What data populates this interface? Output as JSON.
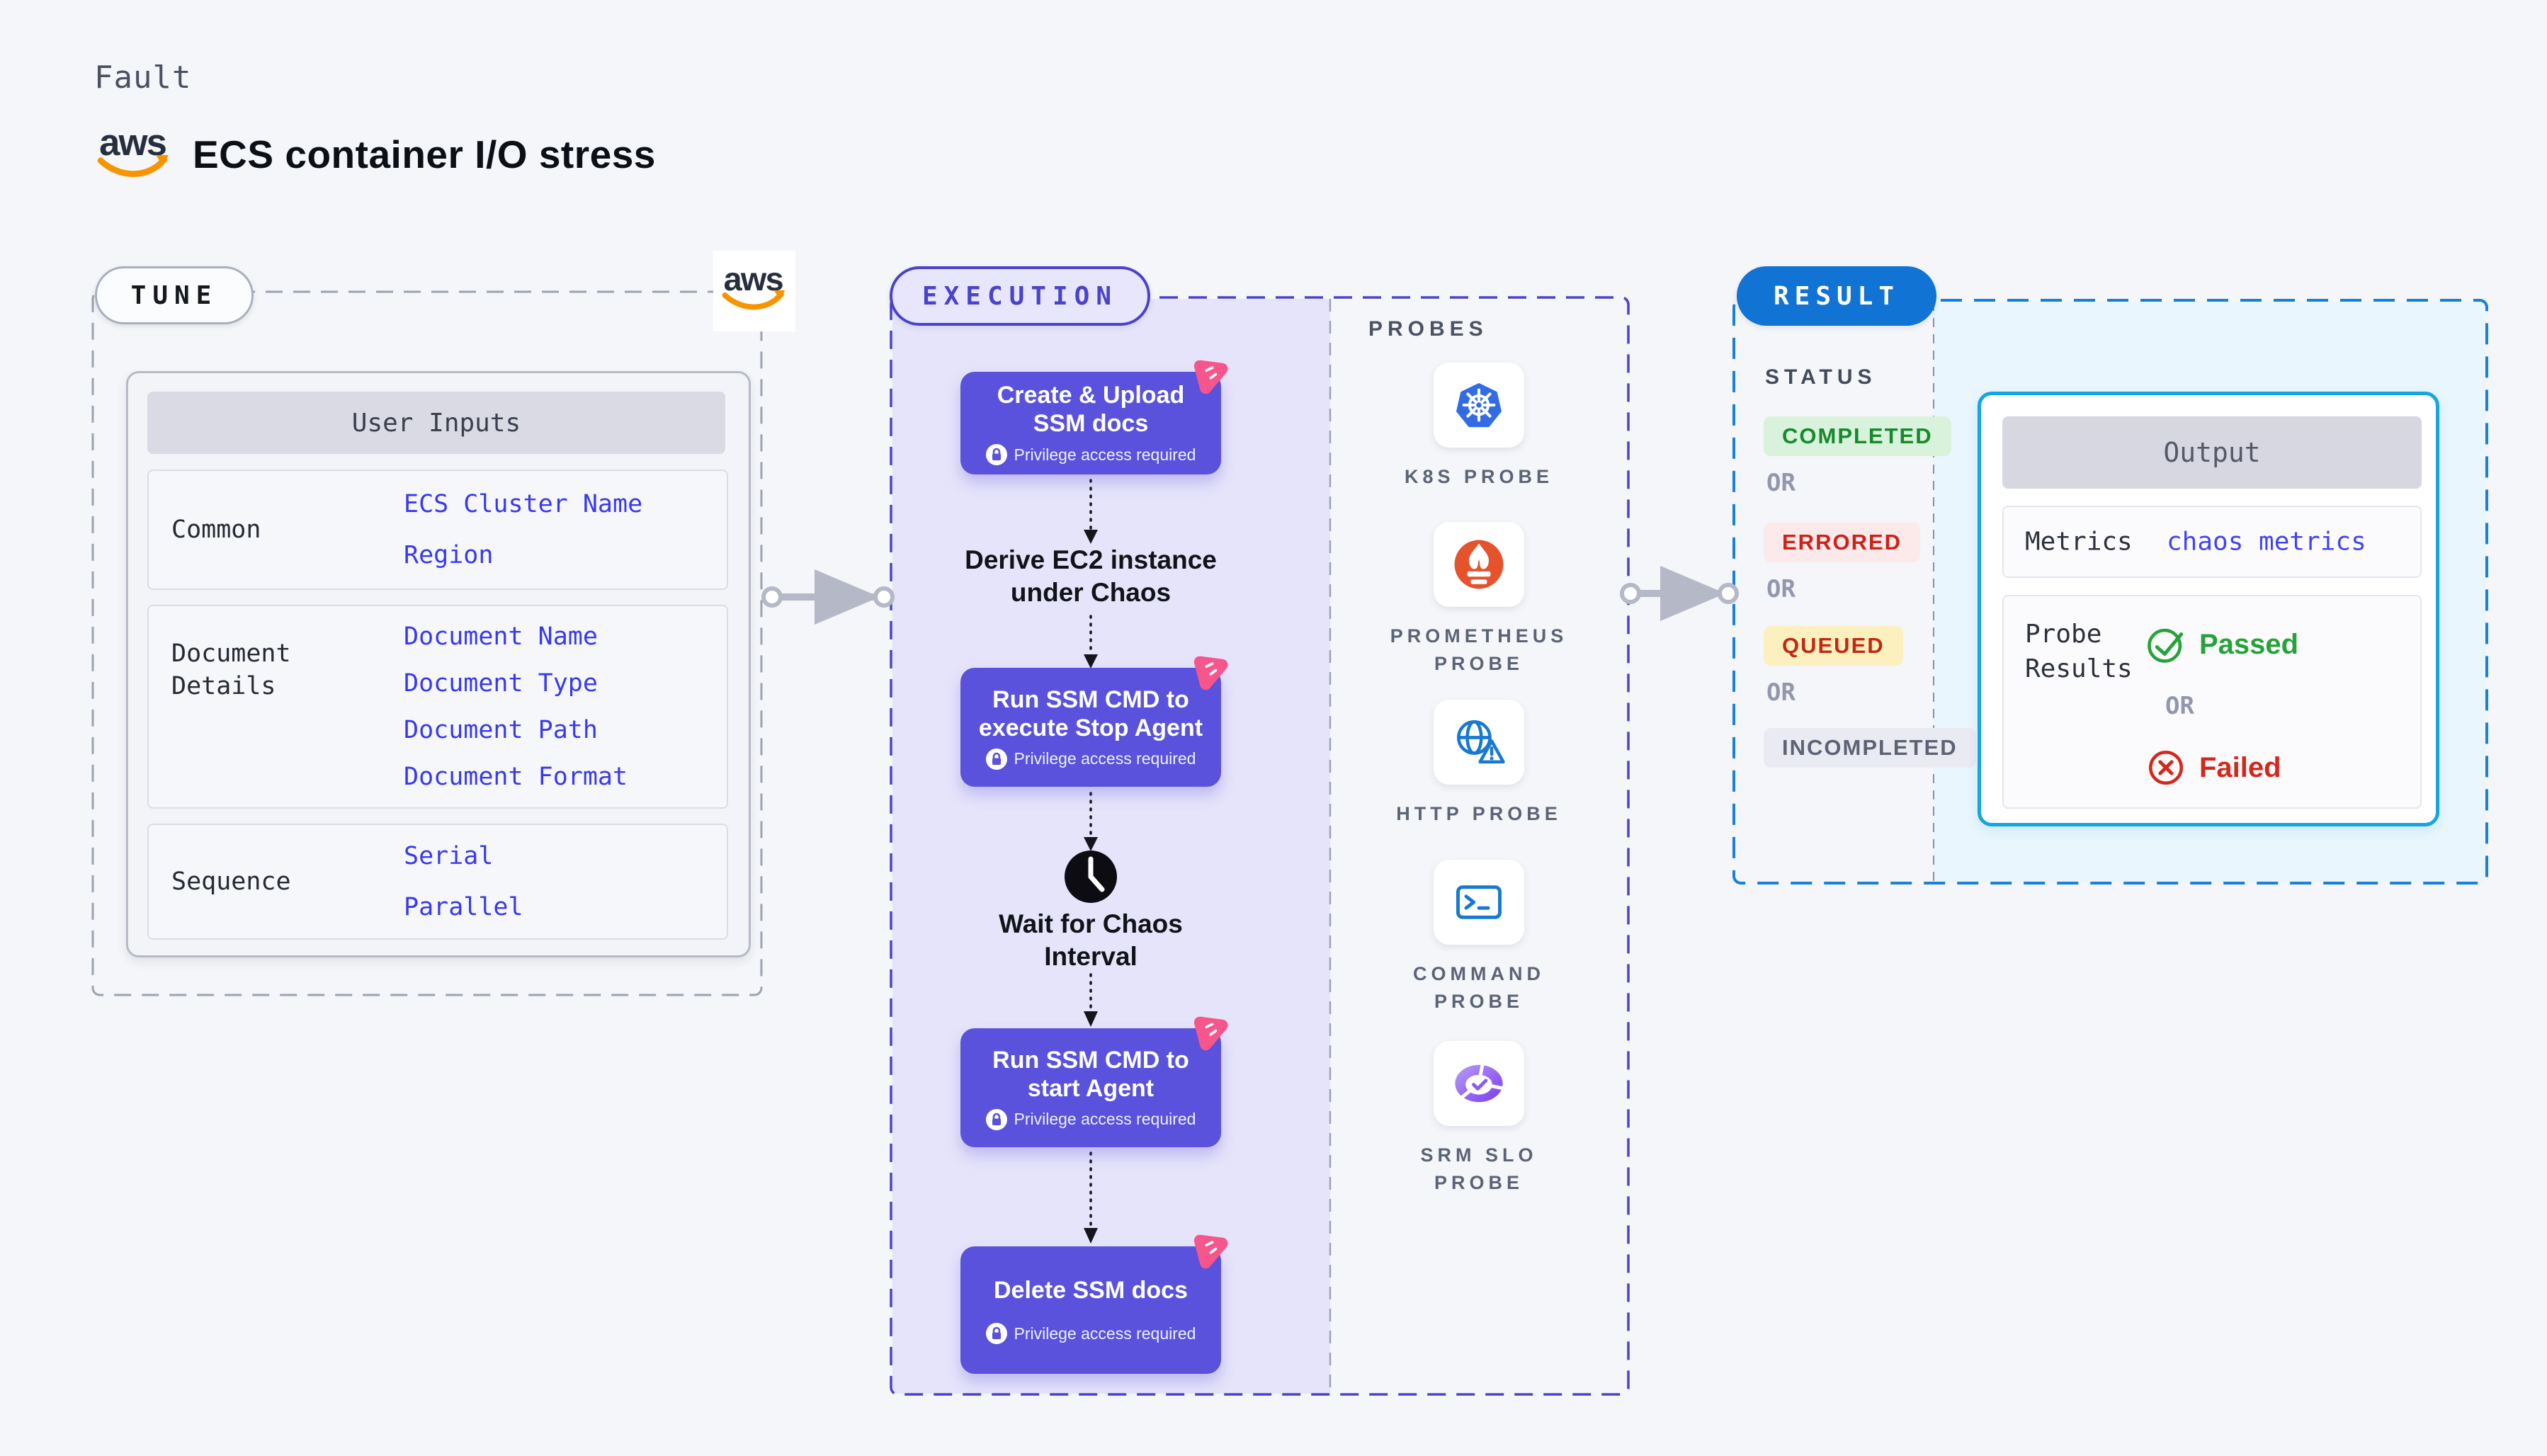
{
  "header": {
    "eyebrow": "Fault",
    "title": "ECS container I/O stress",
    "aws_word": "aws"
  },
  "tune": {
    "badge": "TUNE",
    "user_inputs": {
      "header": "User Inputs",
      "rows": [
        {
          "label": "Common",
          "values": [
            "ECS Cluster Name",
            "Region"
          ]
        },
        {
          "label": "Document\nDetails",
          "values": [
            "Document Name",
            "Document Type",
            "Document Path",
            "Document Format"
          ]
        },
        {
          "label": "Sequence",
          "values": [
            "Serial",
            "Parallel"
          ]
        }
      ]
    }
  },
  "execution": {
    "badge": "EXECUTION",
    "privilege_label": "Privilege access required",
    "steps": [
      {
        "title": "Create & Upload\nSSM docs"
      },
      {
        "title": "Run SSM CMD to\nexecute Stop Agent"
      },
      {
        "title": "Run SSM CMD to\nstart Agent"
      },
      {
        "title": "Delete SSM docs"
      }
    ],
    "derive_label": "Derive EC2 instance\nunder Chaos",
    "wait_label": "Wait for Chaos\nInterval",
    "probes": {
      "heading": "PROBES",
      "items": [
        {
          "label": "K8S PROBE",
          "icon": "kubernetes-icon"
        },
        {
          "label": "PROMETHEUS\nPROBE",
          "icon": "prometheus-icon"
        },
        {
          "label": "HTTP PROBE",
          "icon": "http-globe-icon"
        },
        {
          "label": "COMMAND\nPROBE",
          "icon": "terminal-icon"
        },
        {
          "label": "SRM SLO\nPROBE",
          "icon": "slo-gauge-icon"
        }
      ]
    }
  },
  "result": {
    "badge": "RESULT",
    "status": {
      "heading": "STATUS",
      "separator": "OR",
      "options": [
        {
          "label": "COMPLETED",
          "kind": "completed"
        },
        {
          "label": "ERRORED",
          "kind": "errored"
        },
        {
          "label": "QUEUED",
          "kind": "queued"
        },
        {
          "label": "INCOMPLETED",
          "kind": "incompleted"
        }
      ]
    },
    "output": {
      "header": "Output",
      "metrics_label": "Metrics",
      "metrics_value": "chaos metrics",
      "probe_results_label": "Probe\nResults",
      "passed_label": "Passed",
      "separator": "OR",
      "failed_label": "Failed"
    }
  },
  "colors": {
    "accent_purple": "#5a52dc",
    "dashed_purple": "#4a43cb",
    "result_blue": "#1173d3",
    "output_cyan": "#14a6e2",
    "value_blue": "#3939ee",
    "success_green": "#27a23a",
    "error_red": "#d4281c",
    "chaos_pink": "#f7568c",
    "aws_orange": "#f79400"
  }
}
